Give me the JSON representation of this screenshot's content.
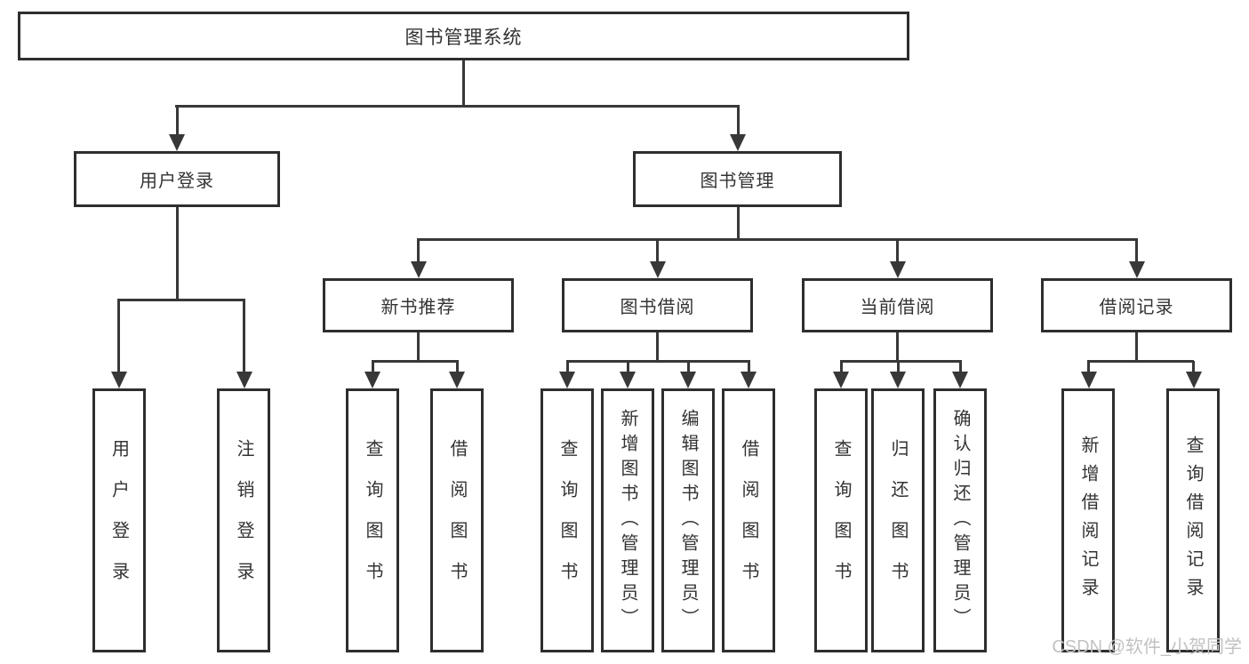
{
  "diagram": {
    "title": "图书管理系统",
    "level2": {
      "user_login": "用户登录",
      "book_mgmt": "图书管理"
    },
    "level3": {
      "new_books": "新书推荐",
      "borrowing": "图书借阅",
      "current": "当前借阅",
      "records": "借阅记录"
    },
    "leaves": {
      "user_login": [
        "用户登录",
        "注销登录"
      ],
      "new_books": [
        "查询图书",
        "借阅图书"
      ],
      "borrowing": [
        "查询图书",
        "新增图书（管理员）",
        "编辑图书（管理员）",
        "借阅图书"
      ],
      "current": [
        "查询图书",
        "归还图书",
        "确认归还（管理员）"
      ],
      "records": [
        "新增借阅记录",
        "查询借阅记录"
      ]
    },
    "watermark": "CSDN @软件_小贺同学",
    "colors": {
      "line": "#383838",
      "border": "#2e2e2e",
      "text": "#333333",
      "watermark": "#c2c2c2",
      "background": "#ffffff"
    }
  }
}
